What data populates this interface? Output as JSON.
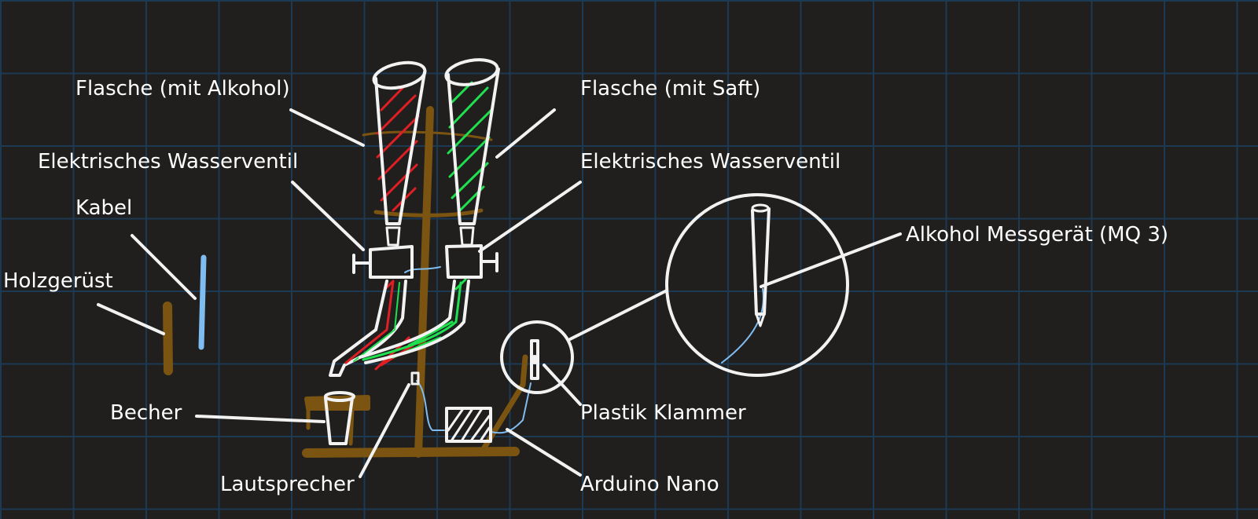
{
  "labels": {
    "bottle_alcohol": "Flasche (mit Alkohol)",
    "bottle_juice": "Flasche (mit Saft)",
    "valve_left": "Elektrisches Wasserventil",
    "valve_right": "Elektrisches Wasserventil",
    "cable": "Kabel",
    "wood_frame": "Holzgerüst",
    "sensor": "Alkohol Messgerät (MQ 3)",
    "clamp": "Plastik Klammer",
    "cup": "Becher",
    "speaker": "Lautsprecher",
    "arduino": "Arduino Nano"
  },
  "colors": {
    "background": "#201f1e",
    "grid": "#1d3a55",
    "outline": "#f2f2f2",
    "wood": "#7a5410",
    "cable": "#7fbcf0",
    "alcohol": "#e01f25",
    "juice": "#1fe04f"
  }
}
